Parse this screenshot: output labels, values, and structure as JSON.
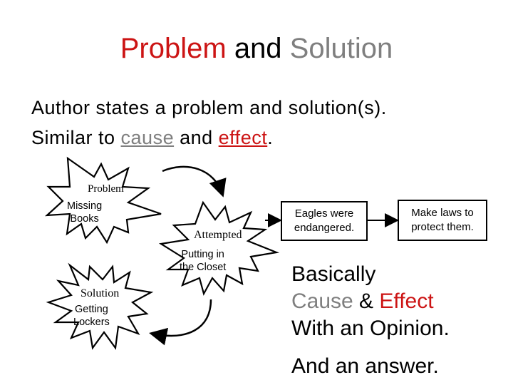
{
  "slide": {
    "title": {
      "part1": "Problem",
      "part2": " and ",
      "part3": "Solution"
    },
    "line1": "Author states a problem and solution(s).",
    "line2": {
      "part1": "Similar to ",
      "part2": "cause",
      "part3": " and ",
      "part4": "effect",
      "part5": "."
    }
  },
  "diagram": {
    "problem_heading": "Problem",
    "problem_text": [
      "Missing",
      "Books"
    ],
    "attempted_heading": "Attempted",
    "attempted_text": [
      "Putting in",
      "the Closet"
    ],
    "solution_heading": "Solution",
    "solution_text": [
      "Getting",
      "Lockers"
    ]
  },
  "example": {
    "cause_box": [
      "Eagles were",
      "endangered."
    ],
    "effect_box": [
      "Make laws to",
      "protect them."
    ]
  },
  "summary": {
    "line1": "Basically",
    "line2": {
      "part1": "Cause",
      "part2": " & ",
      "part3": "Effect"
    },
    "line3": "With an Opinion.",
    "line4": "And an answer."
  },
  "colors": {
    "accent_red": "#cc1414",
    "accent_gray": "#7f7f7f"
  }
}
